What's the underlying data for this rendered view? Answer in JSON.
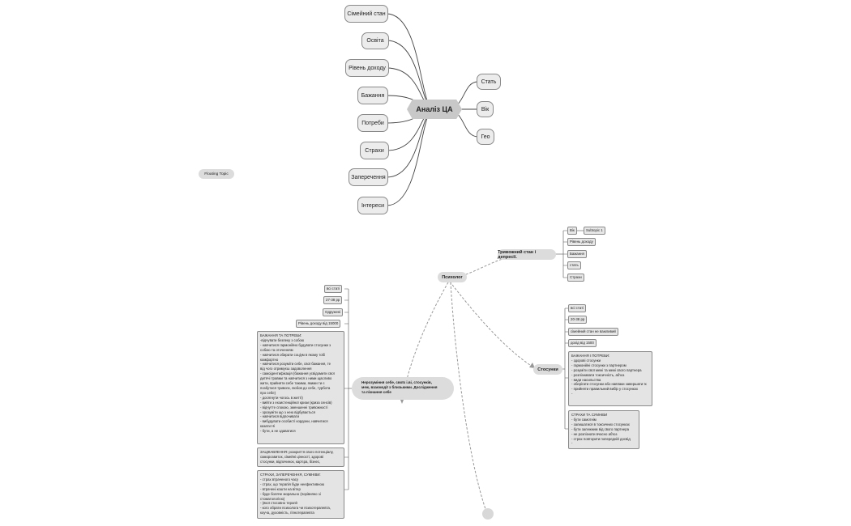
{
  "central": "Аналіз ЦА",
  "floating_topic": "Floating Topic",
  "left_topics": [
    "Сімейний стан",
    "Освіта",
    "Рівень доходу",
    "Бажання",
    "Потреби",
    "Страхи",
    "Заперечення",
    "Інтереси"
  ],
  "right_topics": [
    "Стать",
    "Вік",
    "Гео"
  ],
  "psychologist": "Психолог",
  "anxious": "Тривожний стан і депресії.",
  "anxious_items": {
    "vik": "Вік",
    "subtopic": "Subtopic 1",
    "dohod": "Рівень доходу",
    "bazhannia": "Бажання",
    "stat": "стать",
    "strakhy": "Страхи"
  },
  "relations": "Стосунки",
  "relations_items": [
    "всі статі",
    "20-38 рр",
    "сімейний стан не важливий",
    "дохід від 1500"
  ],
  "relations_desires": [
    "БАЖАННЯ І ПОТРЕБИ:",
    "- здорові стосунки",
    "- гармонійні стосунки з партнером",
    "- розуміти свої межі та межі свого партнера",
    "- розпізнавати токсичність, аб'юз",
    "- види насильства",
    "- оберігати стосунки або навпаки завершати їх",
    "- прийняти правильний вибір у стосунках",
    "-"
  ],
  "relations_fears": [
    "СТРАХИ ТА СУМНІВИ",
    "- бути самотнім",
    "- залишатися в токсичних стосунках",
    "- бути залежним від свого партнера",
    "- не розпізнати вчасно аб'юз",
    "- страх повторити попередній досвід",
    "-"
  ],
  "self_pill": [
    "Нерозуміння себе, своїх і.ві, стосунків,",
    "меж, взаємодії з близькими. Дослідження",
    "та пізнання себе"
  ],
  "self_items": [
    "всі статі",
    "27-38 рр",
    "Одружені",
    "Рівень доходу від 15000"
  ],
  "self_desires": [
    "БАЖАННЯ ТА ПОТРЕБИ:",
    "-відчувати безпеку з собою",
    "- навчитися гармонійно будувати стосунки з",
    "собою та оточенням",
    "- навчитися обирати соціум в якому тобі",
    "комфортно",
    "- навчитися розуміти себе, свої бажання, те",
    "від чого отримуєш задоволення",
    "- самоідентифікація (бажання усвідомити свої",
    "дитячі травми та навчитися з ними щасливо",
    "жити, прийняти себе такими, якими ти є",
    "позбутися тривоги, любов до себе, турбота",
    "про себе)",
    "- досягнути чогось в житті)",
    "- вийти з екзистенційної кризи (криза сенсів)",
    "- відчутте спокою, зменшенні тривожності",
    "- зрозуміти що з нею відбувається",
    "- навчитися відпочивати",
    "- вибудувати особисті кордони, навчитися",
    "казати Ні",
    "- бути, а не здаватися"
  ],
  "self_interests": [
    "ЗАЦІКАВЛЕННЯ: розкриття свого потенціалу,",
    "саморозвиток, сімейні цінності, здорові",
    "стосунки, відпочинок, кар'єра, бізнес,"
  ],
  "self_fears": [
    "СТРАХИ, ЗАПЕРЕЧЕННЯ, СУМНІВИ:",
    "- страх втраченого часу",
    "- страх, що терапія буде неефективною",
    "- втрачені кошти на вітер",
    "- буде боляче морально (порівняно зі",
    "стоматологією)",
    "- (якої стосовно терапії",
    "- кого обрати психолога чи психотерапевта,",
    "коуча, духовність, гіпнотерапевта"
  ]
}
